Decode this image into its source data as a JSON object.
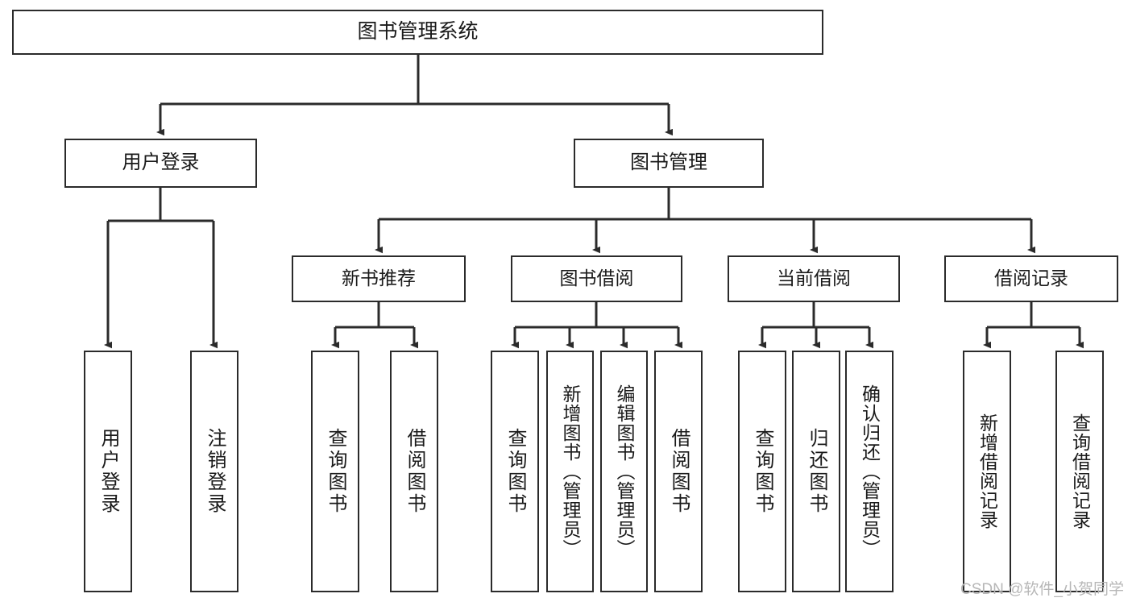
{
  "diagram": {
    "title": "图书管理系统",
    "type": "tree-hierarchy",
    "root": {
      "label": "图书管理系统"
    },
    "level1": [
      {
        "label": "用户登录"
      },
      {
        "label": "图书管理"
      }
    ],
    "level2": [
      {
        "label": "新书推荐"
      },
      {
        "label": "图书借阅"
      },
      {
        "label": "当前借阅"
      },
      {
        "label": "借阅记录"
      }
    ],
    "leaves": {
      "user_login": [
        {
          "label": "用户登录"
        },
        {
          "label": "注销登录"
        }
      ],
      "new_book_recommend": [
        {
          "label": "查询图书"
        },
        {
          "label": "借阅图书"
        }
      ],
      "book_borrow": [
        {
          "label": "查询图书"
        },
        {
          "label": "新增图书（管理员）"
        },
        {
          "label": "编辑图书（管理员）"
        },
        {
          "label": "借阅图书"
        }
      ],
      "current_borrow": [
        {
          "label": "查询图书"
        },
        {
          "label": "归还图书"
        },
        {
          "label": "确认归还（管理员）"
        }
      ],
      "borrow_record": [
        {
          "label": "新增借阅记录"
        },
        {
          "label": "查询借阅记录"
        }
      ]
    }
  },
  "watermark": {
    "text": "CSDN @软件_小贺同学"
  },
  "colors": {
    "stroke": "#2b2b2b",
    "fill": "#ffffff",
    "text": "#1a1a1a",
    "watermark": "#b7b7b7"
  }
}
